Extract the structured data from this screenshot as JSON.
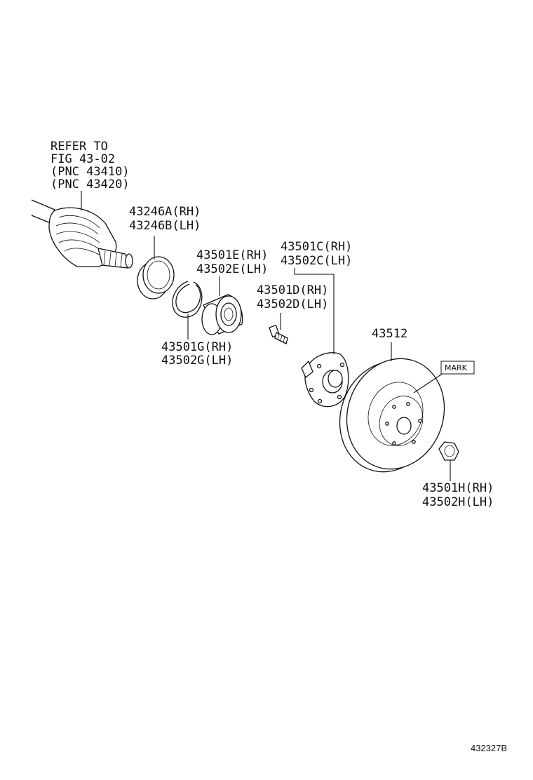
{
  "callouts": {
    "refer": {
      "line1": "REFER TO",
      "line2": "FIG 43-02",
      "line3": "(PNC 43410)",
      "line4": "(PNC 43420)"
    },
    "seal": {
      "rh": "43246A(RH)",
      "lh": "43246B(LH)"
    },
    "bearing": {
      "rh": "43501E(RH)",
      "lh": "43502E(LH)"
    },
    "snap_ring": {
      "rh": "43501G(RH)",
      "lh": "43502G(LH)"
    },
    "hub": {
      "rh": "43501C(RH)",
      "lh": "43502C(LH)"
    },
    "hub_bolt": {
      "rh": "43501D(RH)",
      "lh": "43502D(LH)"
    },
    "disc": {
      "pn": "43512"
    },
    "mark": {
      "label": "MARK"
    },
    "nut": {
      "rh": "43501H(RH)",
      "lh": "43502H(LH)"
    }
  },
  "figure_id": "432327B"
}
